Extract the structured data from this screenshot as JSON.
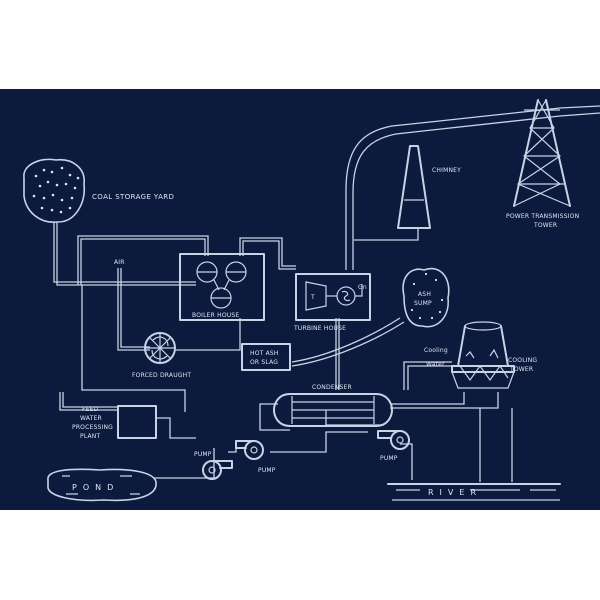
{
  "labels": {
    "coal_storage_yard": "COAL STORAGE YARD",
    "air": "AIR",
    "boiler_house": "BOILER   HOUSE",
    "forced_draught": "FORCED DRAUGHT",
    "hot_ash_line1": "HOT ASH",
    "hot_ash_line2": "OR  SLAG",
    "turbine_house": "TURBINE  HOUSE",
    "turbine_t": "T",
    "generator_g": "Gn",
    "chimney": "CHIMNEY",
    "power_tower_line1": "POWER TRANSMISSION",
    "power_tower_line2": "TOWER",
    "ash_sump_line1": "ASH",
    "ash_sump_line2": "SUMP",
    "cooling_water_line1": "Cooling",
    "cooling_water_line2": "Water",
    "cooling_tower_line1": "COOLING",
    "cooling_tower_line2": "TOWER",
    "condenser": "CONDENSER",
    "feed_water_line1": "FEED",
    "feed_water_line2": "WATER",
    "feed_water_line3": "PROCESSING",
    "feed_water_line4": "PLANT",
    "pump_1": "PUMP",
    "pump_2": "PUMP",
    "pump_3": "PUMP",
    "pond": "POND",
    "river": "RIVER"
  },
  "colors": {
    "background": "#0b1a3d",
    "lines": "#c9d3e6",
    "frame": "#ffffff"
  }
}
